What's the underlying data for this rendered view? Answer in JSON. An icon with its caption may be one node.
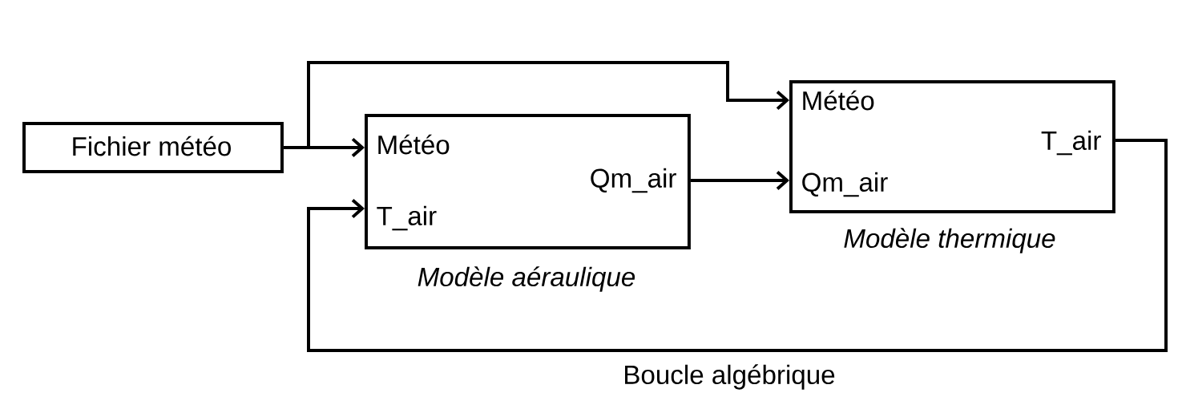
{
  "diagram": {
    "nodes": [
      {
        "text": [
          "Fichier météo"
        ]
      },
      {
        "text": [
          "Météo",
          "Qm_air",
          "T_air"
        ],
        "beside": [
          "Modèle aéraulique"
        ]
      },
      {
        "text": [
          "Météo",
          "T_air",
          "Qm_air"
        ],
        "beside": [
          "Modèle thermique"
        ]
      }
    ],
    "edges": [
      {
        "from": 0,
        "to": 1,
        "arrow": "to"
      },
      {
        "from": 0,
        "to": 2,
        "arrow": "to"
      },
      {
        "from": 1,
        "to": 2,
        "arrow": "to"
      },
      {
        "from": 2,
        "to": 1,
        "arrow": "to",
        "label": "Boucle algébrique"
      }
    ]
  }
}
